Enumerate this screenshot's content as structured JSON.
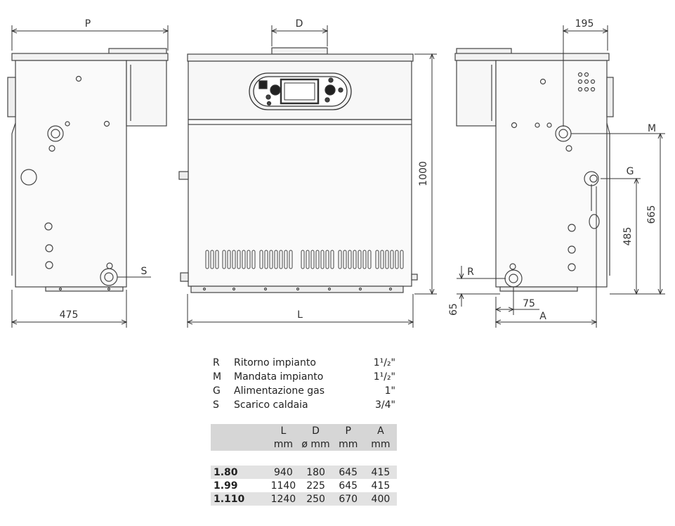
{
  "drawing": {
    "dimension_labels": {
      "P": "P",
      "D": "D",
      "dim_195": "195",
      "M": "M",
      "G": "G",
      "S": "S",
      "R": "R",
      "dim_475": "475",
      "L": "L",
      "dim_1000": "1000",
      "dim_665": "665",
      "dim_485": "485",
      "dim_65": "65",
      "dim_75": "75",
      "A": "A"
    }
  },
  "connections": [
    {
      "code": "R",
      "name": "Ritorno impianto",
      "size": "1¹/₂\""
    },
    {
      "code": "M",
      "name": "Mandata impianto",
      "size": "1¹/₂\""
    },
    {
      "code": "G",
      "name": "Alimentazione gas",
      "size": "1\""
    },
    {
      "code": "S",
      "name": "Scarico caldaia",
      "size": "3/4\""
    }
  ],
  "dimensions_table": {
    "headers": [
      "L",
      "D",
      "P",
      "A"
    ],
    "units": [
      "mm",
      "ø mm",
      "mm",
      "mm"
    ],
    "rows": [
      {
        "model": "1.80",
        "values": [
          "940",
          "180",
          "645",
          "415"
        ]
      },
      {
        "model": "1.99",
        "values": [
          "1140",
          "225",
          "645",
          "415"
        ]
      },
      {
        "model": "1.110",
        "values": [
          "1240",
          "250",
          "670",
          "400"
        ]
      }
    ]
  }
}
